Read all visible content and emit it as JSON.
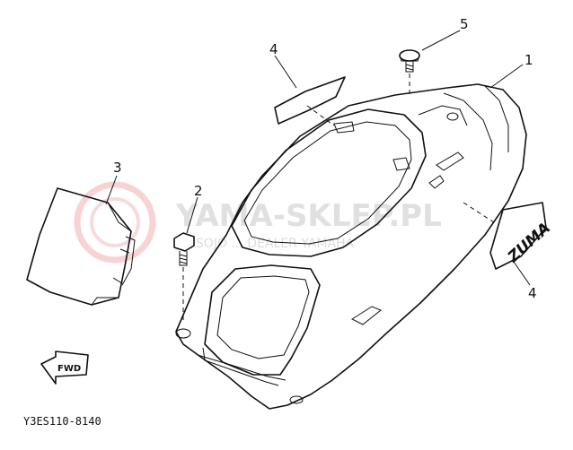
{
  "diagram": {
    "code": "Y3ES110-8140",
    "callouts": {
      "c1": "1",
      "c2": "2",
      "c3": "3",
      "c4_top": "4",
      "c4_right": "4",
      "c5": "5"
    },
    "decals": {
      "fwd": "FWD",
      "zuma": "ZUMA"
    },
    "watermark": {
      "main": "YAMA-SKLEP.PL",
      "sub": "SOJO ... DEALER YAMAHA"
    }
  }
}
